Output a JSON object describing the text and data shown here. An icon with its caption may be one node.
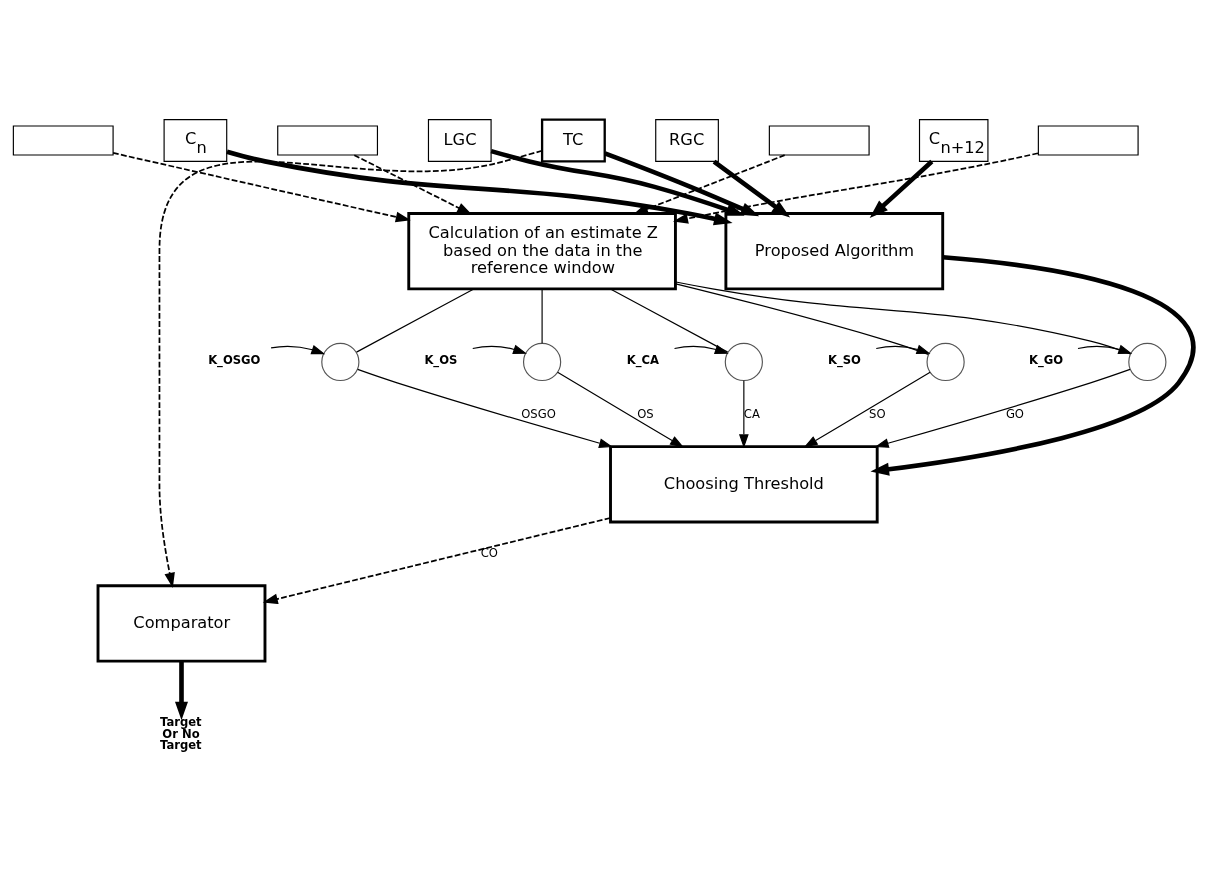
{
  "diagram": {
    "nodes": [
      {
        "text": [],
        "shape": "box"
      },
      {
        "text": [
          "C$_{n}$"
        ]
      },
      {
        "text": [],
        "shape": "box"
      },
      {
        "text": [
          "LGC"
        ]
      },
      {
        "text": [
          "TC"
        ]
      },
      {
        "text": [
          "RGC"
        ]
      },
      {
        "text": [],
        "shape": "box"
      },
      {
        "text": [
          "C$_{n+12}$"
        ]
      },
      {
        "text": [],
        "shape": "box"
      },
      {
        "text": [
          "Calculation of an estimate Z based on the data in the reference window"
        ]
      },
      {
        "text": [
          "Proposed Algorithm"
        ]
      },
      {
        "text": [],
        "shape": "circle"
      },
      {
        "text": [],
        "shape": "circle"
      },
      {
        "text": [],
        "shape": "circle"
      },
      {
        "text": [],
        "shape": "circle"
      },
      {
        "text": [],
        "shape": "circle"
      },
      {
        "text": [
          "K_OSGO"
        ]
      },
      {
        "text": [
          "K_OS"
        ]
      },
      {
        "text": [
          "K_CA"
        ]
      },
      {
        "text": [
          "K_SO"
        ]
      },
      {
        "text": [
          "K_GO"
        ]
      },
      {
        "text": [
          "Choosing Threshold"
        ]
      },
      {
        "text": [
          "Comparator"
        ]
      },
      {
        "text": [
          "Target Or No Target"
        ]
      }
    ],
    "edges": [
      {
        "from": 0,
        "to": 9,
        "arrow": "to",
        "style": "dashed"
      },
      {
        "from": 2,
        "to": 9,
        "arrow": "to",
        "style": "dashed"
      },
      {
        "from": 6,
        "to": 9,
        "arrow": "to",
        "style": "dashed"
      },
      {
        "from": 8,
        "to": 9,
        "arrow": "to",
        "style": "dashed"
      },
      {
        "from": 1,
        "to": 10,
        "arrow": "to",
        "style": "thick"
      },
      {
        "from": 3,
        "to": 10,
        "arrow": "to",
        "style": "thick"
      },
      {
        "from": 4,
        "to": 10,
        "arrow": "to",
        "style": "thick"
      },
      {
        "from": 5,
        "to": 10,
        "arrow": "to",
        "style": "thick"
      },
      {
        "from": 7,
        "to": 10,
        "arrow": "to",
        "style": "thick"
      },
      {
        "from": 4,
        "to": 22,
        "arrow": "to",
        "style": "dashed"
      },
      {
        "from": 9,
        "to": 11,
        "arrow": "none"
      },
      {
        "from": 9,
        "to": 12,
        "arrow": "none"
      },
      {
        "from": 9,
        "to": 13,
        "arrow": "none"
      },
      {
        "from": 9,
        "to": 14,
        "arrow": "none"
      },
      {
        "from": 9,
        "to": 15,
        "arrow": "none"
      },
      {
        "from": 16,
        "to": 11,
        "arrow": "to"
      },
      {
        "from": 17,
        "to": 12,
        "arrow": "to"
      },
      {
        "from": 18,
        "to": 13,
        "arrow": "to"
      },
      {
        "from": 19,
        "to": 14,
        "arrow": "to"
      },
      {
        "from": 20,
        "to": 15,
        "arrow": "to"
      },
      {
        "from": 11,
        "to": 21,
        "arrow": "to",
        "label": "OSGO"
      },
      {
        "from": 12,
        "to": 21,
        "arrow": "to",
        "label": "OS"
      },
      {
        "from": 13,
        "to": 21,
        "arrow": "to",
        "label": "CA"
      },
      {
        "from": 14,
        "to": 21,
        "arrow": "to",
        "label": "SO"
      },
      {
        "from": 15,
        "to": 21,
        "arrow": "to",
        "label": "GO"
      },
      {
        "from": 10,
        "to": 21,
        "arrow": "to",
        "style": "thick"
      },
      {
        "from": 21,
        "to": 22,
        "arrow": "to",
        "style": "dashed",
        "label": "CO"
      },
      {
        "from": 22,
        "to": 23,
        "arrow": "to",
        "style": "thick"
      }
    ]
  }
}
